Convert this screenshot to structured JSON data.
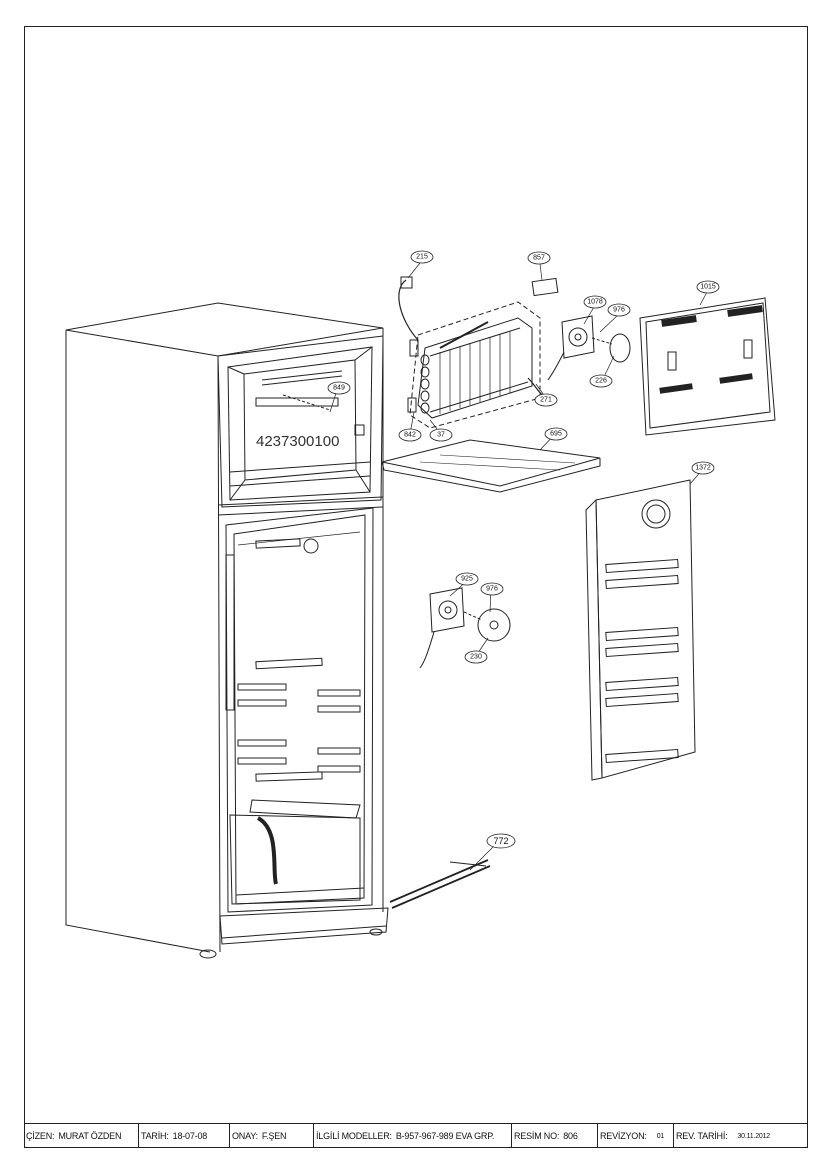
{
  "callouts": [
    {
      "id": "c215",
      "label": "215"
    },
    {
      "id": "c857",
      "label": "857"
    },
    {
      "id": "c1078",
      "label": "1078"
    },
    {
      "id": "c976",
      "label": "976"
    },
    {
      "id": "c1015",
      "label": "1015"
    },
    {
      "id": "c226",
      "label": "226"
    },
    {
      "id": "c271",
      "label": "271"
    },
    {
      "id": "c849",
      "label": "849"
    },
    {
      "id": "c842",
      "label": "842"
    },
    {
      "id": "c37",
      "label": "37"
    },
    {
      "id": "c695",
      "label": "695"
    },
    {
      "id": "c1372",
      "label": "1372"
    },
    {
      "id": "c925",
      "label": "925"
    },
    {
      "id": "c976b",
      "label": "976"
    },
    {
      "id": "c230",
      "label": "230"
    },
    {
      "id": "c772",
      "label": "772"
    }
  ],
  "part_number": "4237300100",
  "title_block": {
    "drawn_label": "ÇİZEN:",
    "drawn_value": "MURAT ÖZDEN",
    "date_label": "TARİH:",
    "date_value": "18-07-08",
    "approved_label": "ONAY:",
    "approved_value": "F.ŞEN",
    "models_label": "İLGİLİ MODELLER:",
    "models_value": "B-957-967-989 EVA GRP.",
    "drawing_no_label": "RESİM NO:",
    "drawing_no_value": "806",
    "revision_label": "REVİZYON:",
    "revision_value": "01",
    "rev_date_label": "REV. TARİHİ:",
    "rev_date_value": "30.11.2012"
  }
}
